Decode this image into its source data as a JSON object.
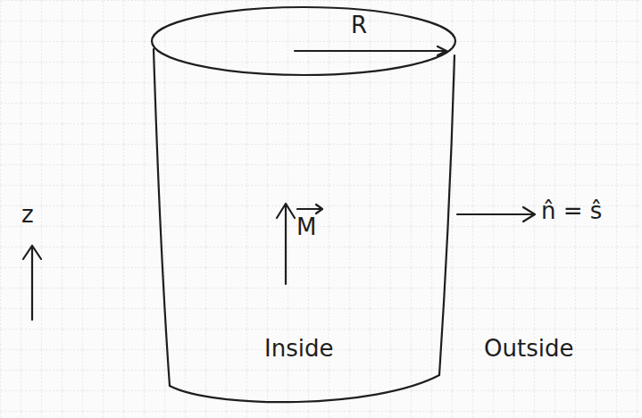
{
  "diagram": {
    "labels": [
      "R",
      "z",
      "M",
      "n̂ = ŝ",
      "Inside",
      "Outside"
    ]
  }
}
